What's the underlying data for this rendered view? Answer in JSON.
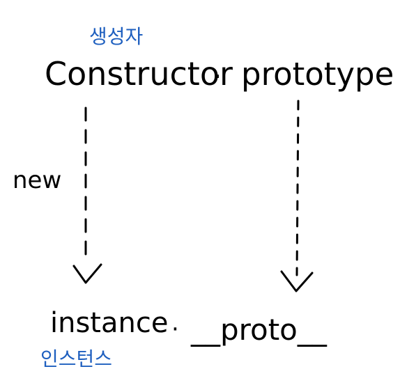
{
  "diagram": {
    "constructor_korean": "생성자",
    "constructor_text": "Constructor",
    "dot_top": "·",
    "prototype_text": "prototype",
    "new_label": "new",
    "instance_text": "instance",
    "instance_korean": "인스턴스",
    "dot_bottom": "·",
    "proto_text": "__proto__"
  },
  "colors": {
    "ink": "#000000",
    "korean_annotation": "#1e5fbf",
    "background": "#ffffff"
  }
}
